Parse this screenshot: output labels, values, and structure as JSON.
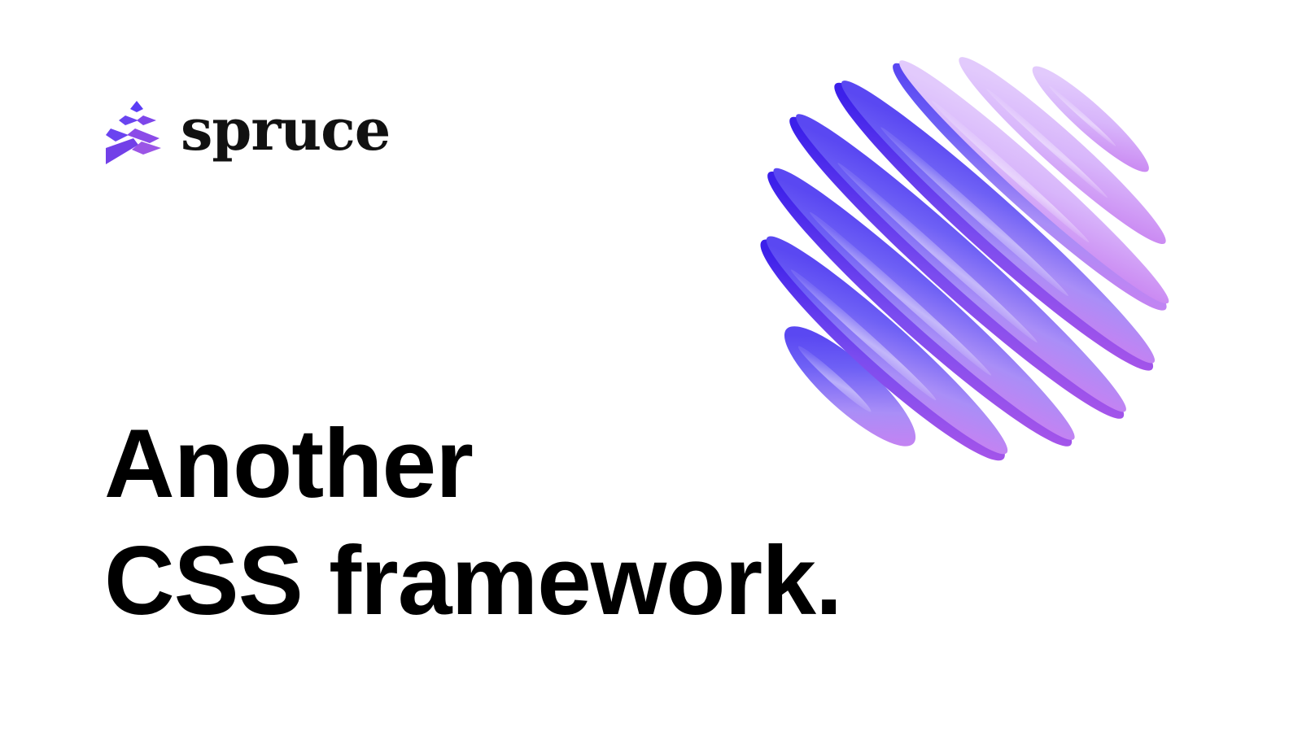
{
  "brand": {
    "name": "spruce",
    "accent_color": "#5b3df5",
    "logo_icon": "spruce-cone-icon"
  },
  "hero": {
    "line_1": "Another",
    "line_2": "CSS framework."
  },
  "illustration": {
    "icon": "striped-sphere-icon",
    "colors": [
      "#4a2df0",
      "#7d6cf7",
      "#b07cf0",
      "#dcc2fb"
    ]
  }
}
